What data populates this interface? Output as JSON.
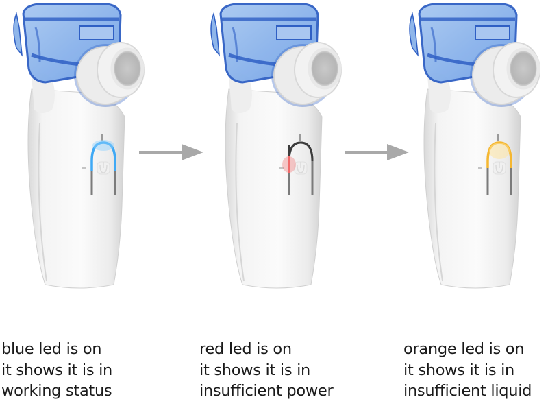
{
  "figure": {
    "devices": [
      {
        "id": "device-blue",
        "led_color_name": "blue",
        "led_color": "#3fa9f5",
        "caption": {
          "line1": "blue led is on",
          "line2": "it shows it is in",
          "line3": "working status"
        }
      },
      {
        "id": "device-red",
        "led_color_name": "red",
        "led_color": "#f06a6a",
        "caption": {
          "line1": "red led is on",
          "line2": "it shows it is in",
          "line3": "insufficient power"
        }
      },
      {
        "id": "device-orange",
        "led_color_name": "orange",
        "led_color": "#f5b731",
        "caption": {
          "line1": "orange led is on",
          "line2": "it shows it is in",
          "line3": "insufficient liquid"
        }
      }
    ],
    "arrows": [
      {
        "from": "device-blue",
        "to": "device-red",
        "icon": "arrow-right-icon"
      },
      {
        "from": "device-red",
        "to": "device-orange",
        "icon": "arrow-right-icon"
      }
    ],
    "colors": {
      "reservoir_blue": "#8fb6ea",
      "reservoir_edge": "#2f5fc4",
      "body_white": "#f3f3f3",
      "arrow_gray": "#a9a9a9",
      "text": "#1a1a1a"
    }
  }
}
